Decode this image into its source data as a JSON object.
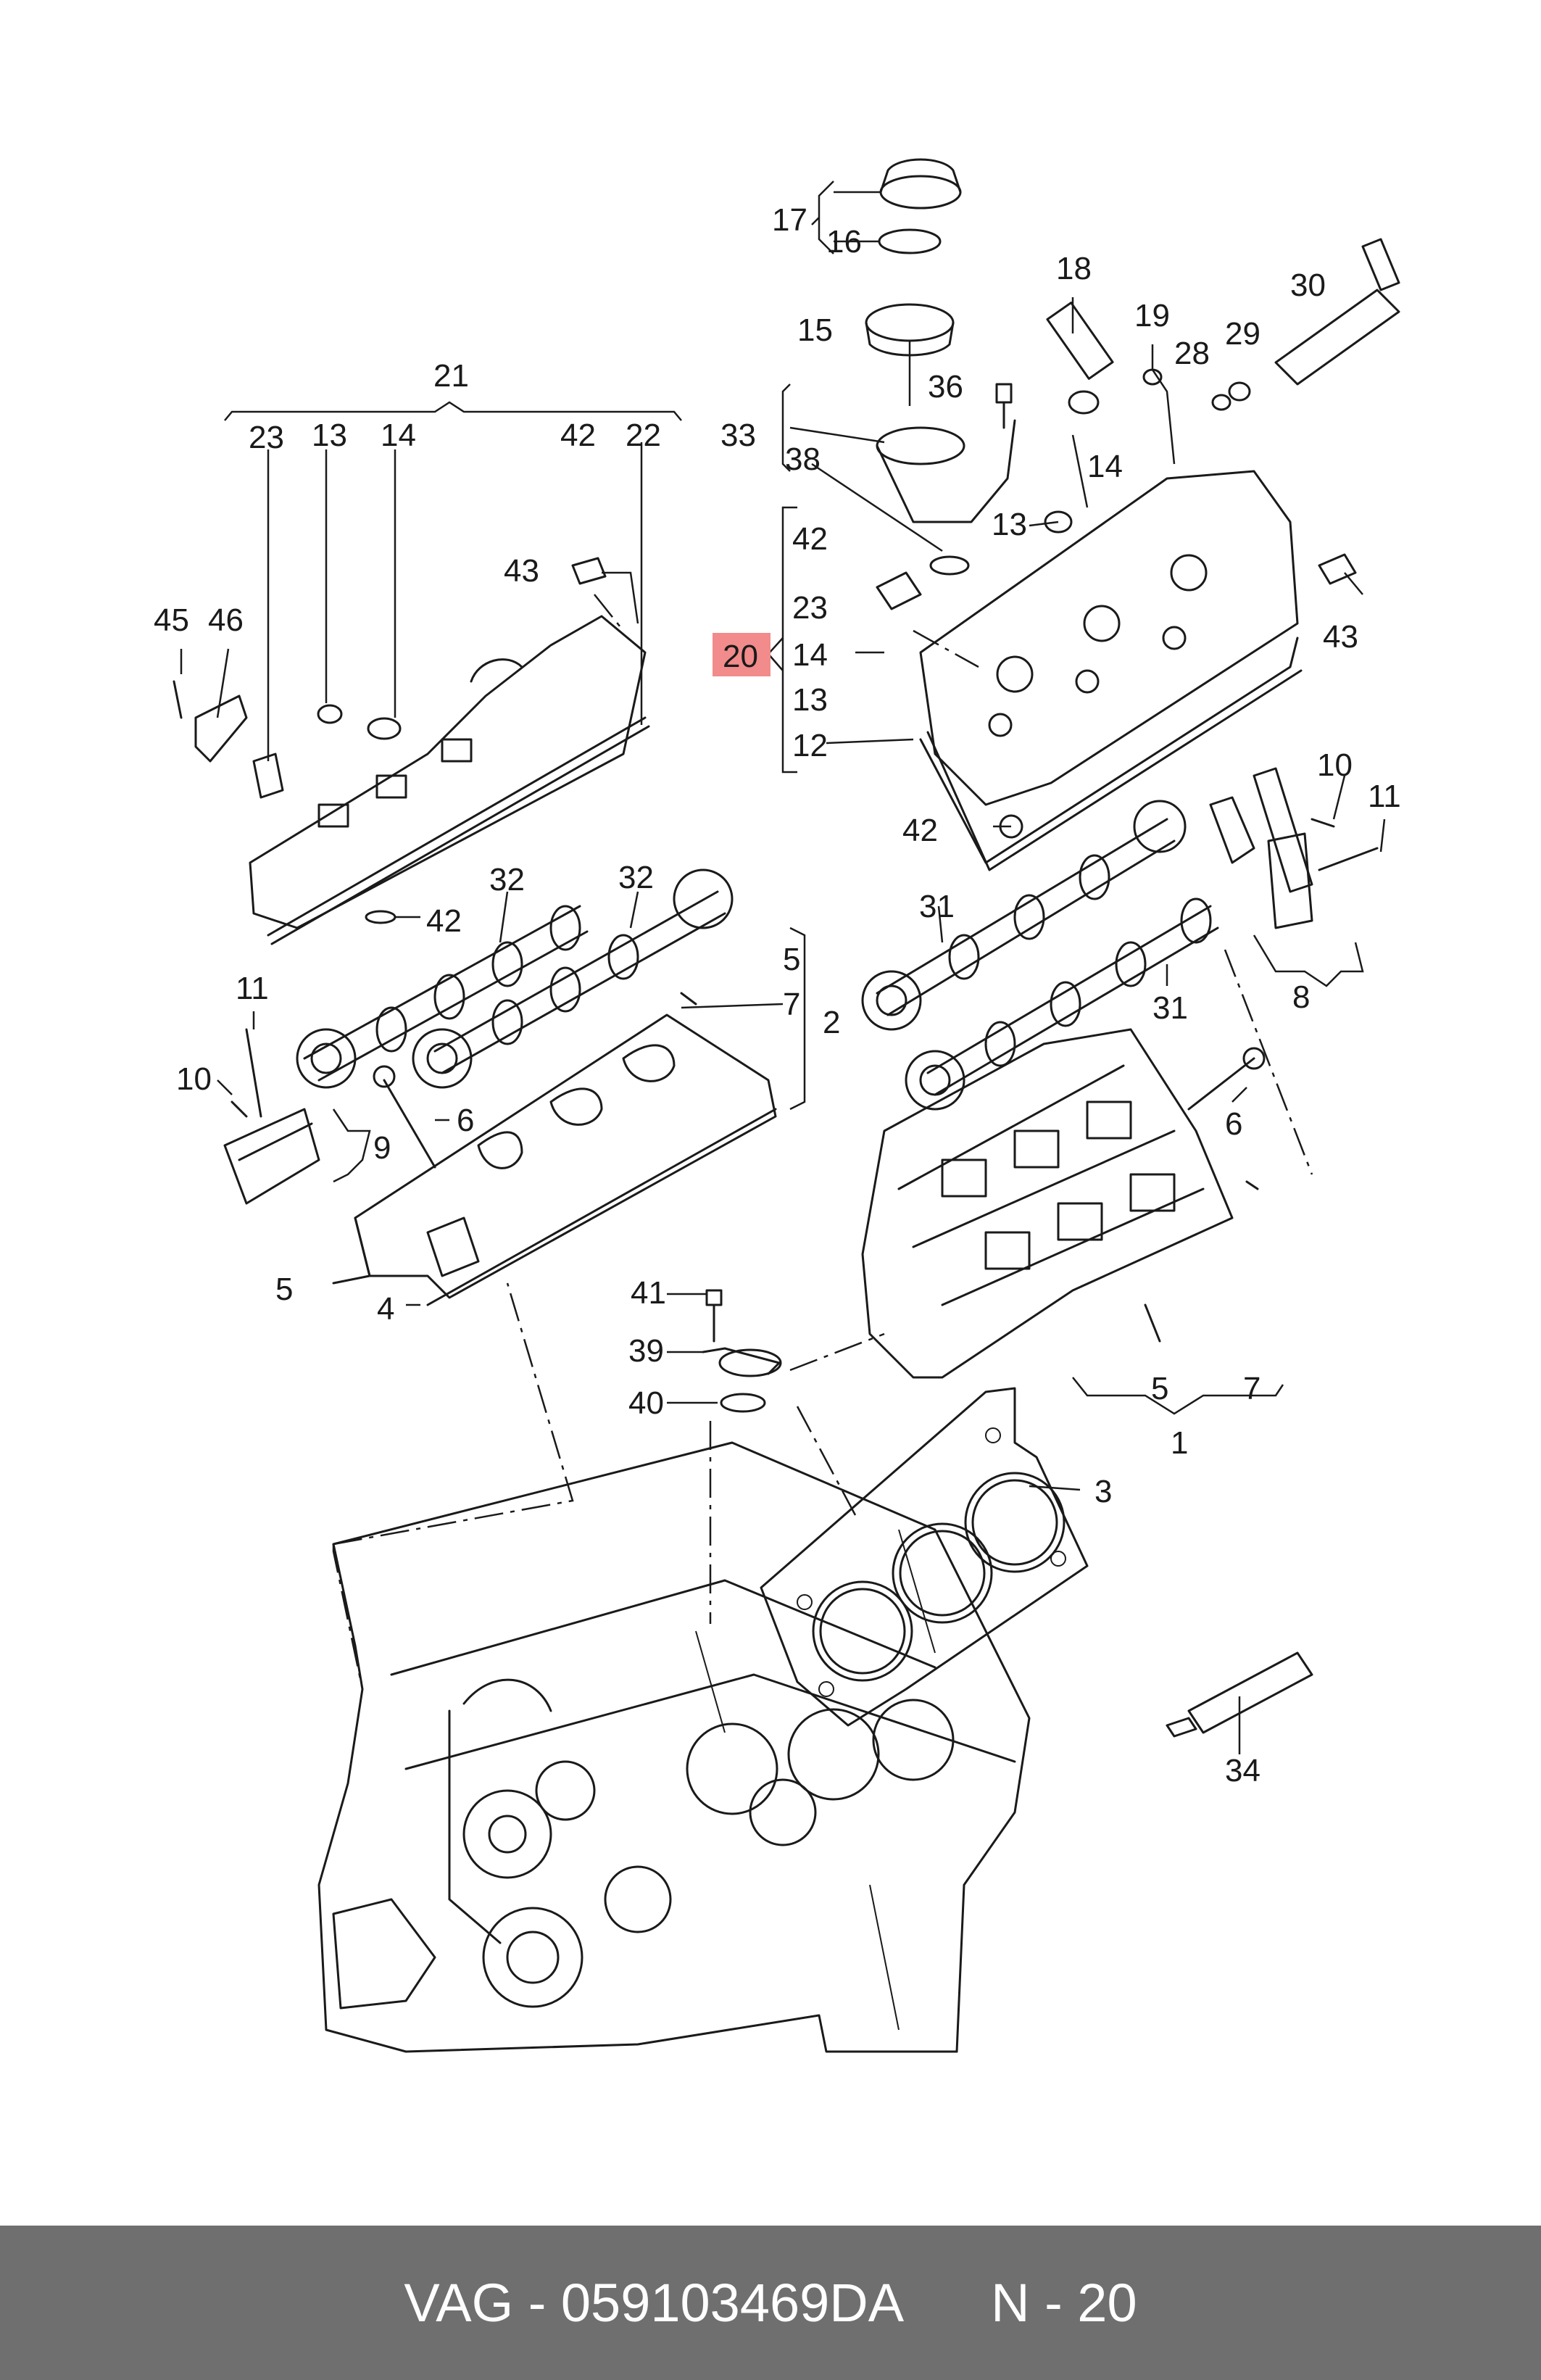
{
  "callouts": {
    "c1": "1",
    "c2": "2",
    "c3": "3",
    "c4": "4",
    "c5a": "5",
    "c5b": "5",
    "c5c": "5",
    "c6a": "6",
    "c6b": "6",
    "c7a": "7",
    "c7b": "7",
    "c8": "8",
    "c9": "9",
    "c10a": "10",
    "c10b": "10",
    "c11a": "11",
    "c11b": "11",
    "c12": "12",
    "c13a": "13",
    "c13b": "13",
    "c13c": "13",
    "c14a": "14",
    "c14b": "14",
    "c14c": "14",
    "c15": "15",
    "c16": "16",
    "c17": "17",
    "c18": "18",
    "c19": "19",
    "c20": "20",
    "c21": "21",
    "c22": "22",
    "c23a": "23",
    "c23b": "23",
    "c28": "28",
    "c29": "29",
    "c30": "30",
    "c31a": "31",
    "c31b": "31",
    "c32a": "32",
    "c32b": "32",
    "c33": "33",
    "c34": "34",
    "c36": "36",
    "c38": "38",
    "c39": "39",
    "c40": "40",
    "c41": "41",
    "c42a": "42",
    "c42b": "42",
    "c42c": "42",
    "c42d": "42",
    "c43a": "43",
    "c43b": "43",
    "c45": "45",
    "c46": "46"
  },
  "footer": {
    "part_number": "VAG - 059103469DA",
    "page_ref": "N - 20"
  },
  "colors": {
    "highlight": "#f28b8b",
    "footer_bg": "#6f6f6f"
  }
}
